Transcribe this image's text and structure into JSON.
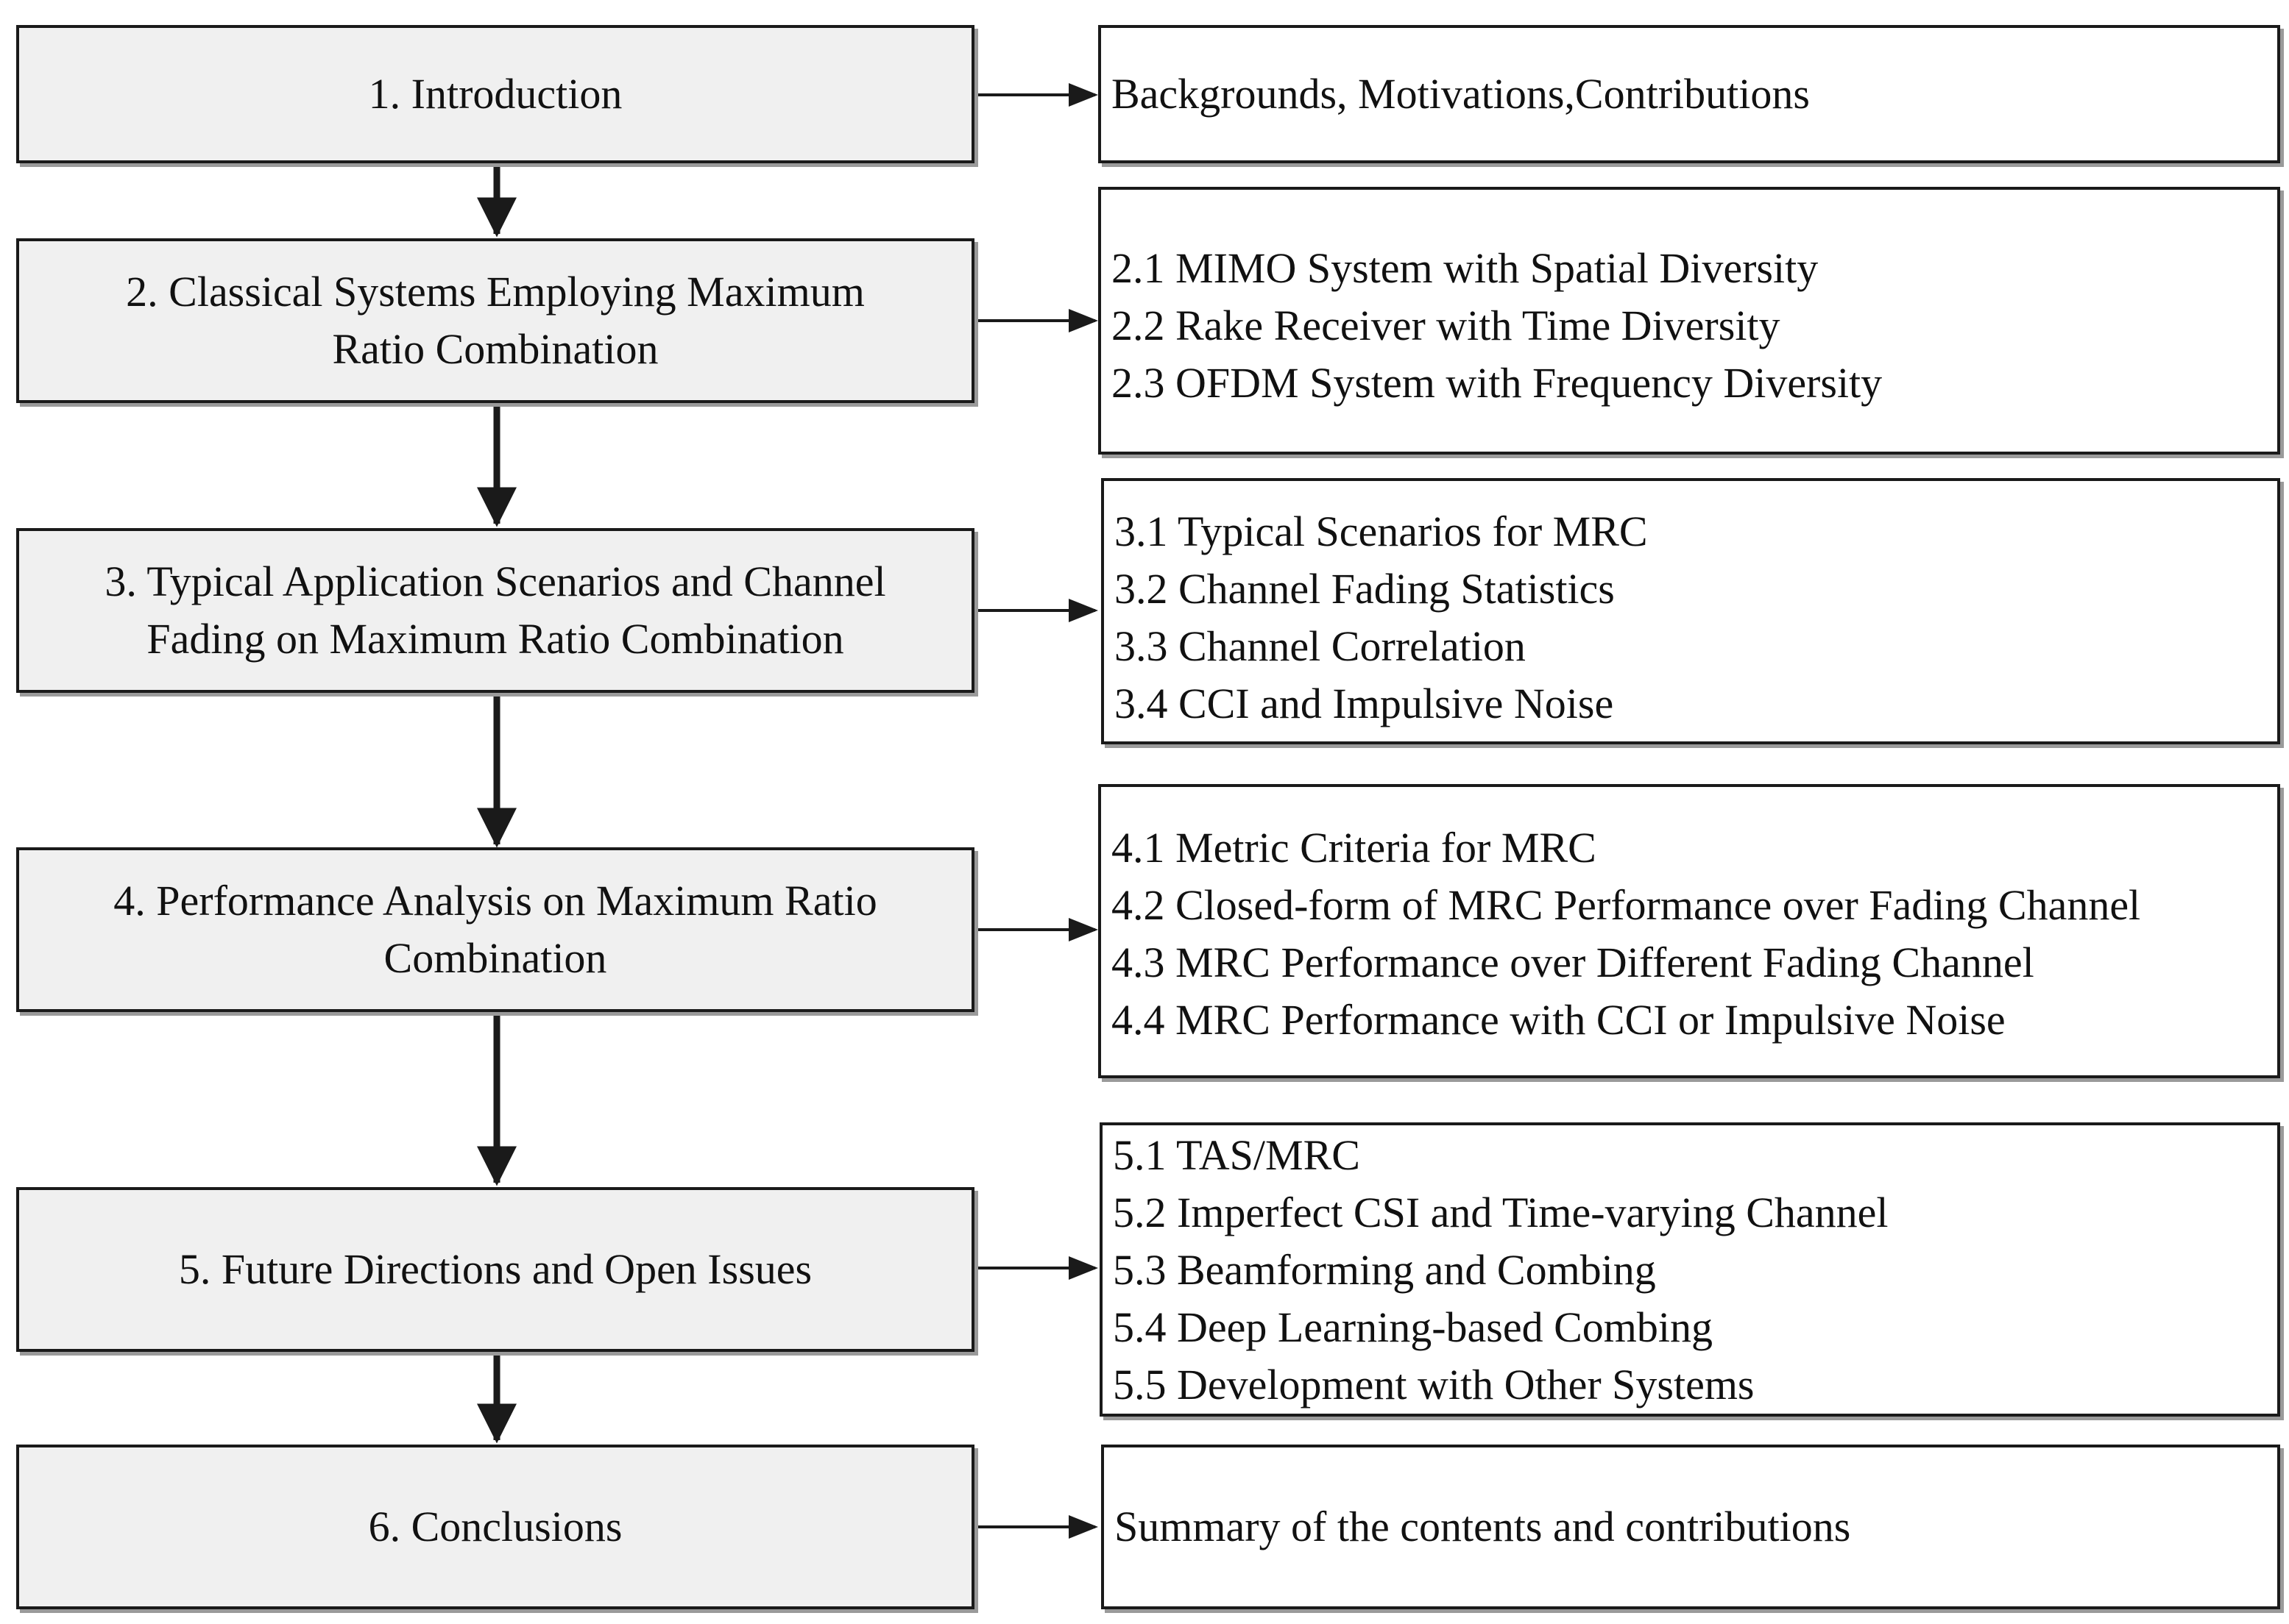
{
  "sections": [
    {
      "lines": [
        "1.  Introduction"
      ]
    },
    {
      "lines": [
        "2. Classical Systems Employing Maximum",
        "Ratio Combination"
      ]
    },
    {
      "lines": [
        "3. Typical Application Scenarios and Channel",
        "Fading on Maximum Ratio Combination"
      ]
    },
    {
      "lines": [
        "4.   Performance Analysis on Maximum Ratio",
        "Combination"
      ]
    },
    {
      "lines": [
        "5.  Future Directions and Open Issues"
      ]
    },
    {
      "lines": [
        "6.   Conclusions"
      ]
    }
  ],
  "details": [
    {
      "lines": [
        "Backgrounds, Motivations,Contributions"
      ]
    },
    {
      "lines": [
        "2.1 MIMO System with Spatial Diversity",
        "2.2 Rake Receiver with Time Diversity",
        "2.3 OFDM System with Frequency Diversity"
      ]
    },
    {
      "lines": [
        "3.1 Typical Scenarios for MRC",
        "3.2 Channel Fading Statistics",
        "3.3 Channel Correlation",
        "3.4 CCI and Impulsive Noise"
      ]
    },
    {
      "lines": [
        "4.1 Metric Criteria for MRC",
        "4.2 Closed-form of MRC Performance over Fading Channel",
        "4.3 MRC Performance over Different Fading Channel",
        "4.4 MRC Performance with CCI or Impulsive Noise"
      ]
    },
    {
      "lines": [
        "5.1 TAS/MRC",
        "5.2 Imperfect CSI and Time-varying Channel",
        "5.3 Beamforming and Combing",
        "5.4 Deep Learning-based Combing",
        "5.5 Development with Other Systems"
      ]
    },
    {
      "lines": [
        "Summary of the contents and contributions"
      ]
    }
  ]
}
